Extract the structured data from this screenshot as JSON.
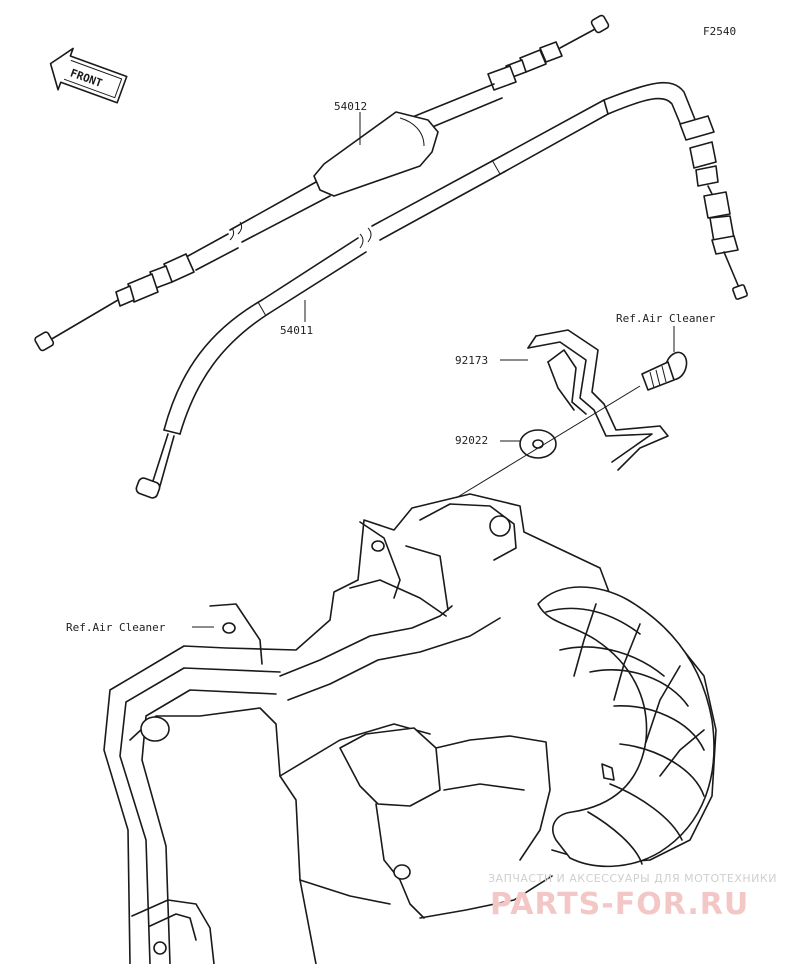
{
  "figure_code": "F2540",
  "front_label": "FRONT",
  "parts": [
    {
      "number": "54012"
    },
    {
      "number": "54011"
    },
    {
      "number": "92173"
    },
    {
      "number": "92022"
    }
  ],
  "references": {
    "top": "Ref.Air Cleaner",
    "left": "Ref.Air Cleaner"
  },
  "watermark": {
    "tagline": "ЗАПЧАСТИ И АКСЕССУАРЫ ДЛЯ МОТОТЕХНИКИ",
    "brand": "PARTS-FOR.RU"
  }
}
